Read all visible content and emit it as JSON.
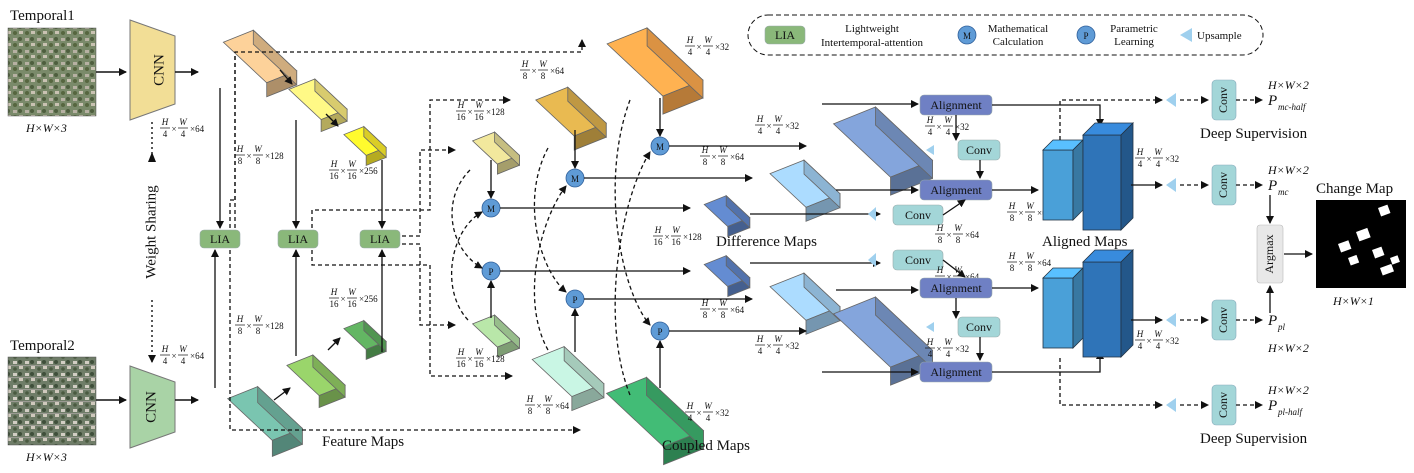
{
  "inputs": {
    "temporal1": {
      "title": "Temporal1",
      "size": "H×W×3"
    },
    "temporal2": {
      "title": "Temporal2",
      "size": "H×W×3"
    }
  },
  "cnn": {
    "label": "CNN",
    "dim_top": "×64",
    "dim_bottom": "×64",
    "weight_sharing": "Weight Sharing"
  },
  "lia_label": "LIA",
  "frac": {
    "H": "H",
    "W": "W",
    "d4": "4",
    "d8": "8",
    "d16": "16",
    "x": "×"
  },
  "dims": {
    "c64": "×64",
    "c128": "×128",
    "c256": "×256",
    "c32": "×32"
  },
  "legend": [
    {
      "key": "LIA",
      "text_line1": "Lightweight",
      "text_line2": "Intertemporal-attention"
    },
    {
      "key": "M",
      "text_line1": "Mathematical",
      "text_line2": "Calculation"
    },
    {
      "key": "P",
      "text_line1": "Parametric",
      "text_line2": "Learning"
    },
    {
      "key": "",
      "text_line1": "Upsample",
      "text_line2": ""
    }
  ],
  "nodes": {
    "M": "M",
    "P": "P"
  },
  "section_labels": {
    "feature_maps": "Feature Maps",
    "coupled_maps": "Coupled Maps",
    "difference_maps": "Difference Maps",
    "aligned_maps": "Aligned Maps",
    "deep_supervision": "Deep Supervision",
    "change_map": "Change Map"
  },
  "alignment_label": "Alignment",
  "conv_label": "Conv",
  "argmax_label": "Argmax",
  "outputs": {
    "p_mc_half": {
      "P": "P",
      "sub": "mc-half",
      "size": "H×W×2"
    },
    "p_mc": {
      "P": "P",
      "sub": "mc",
      "size": "H×W×2"
    },
    "p_pl": {
      "P": "P",
      "sub": "pl",
      "size": "H×W×2"
    },
    "p_pl_half": {
      "P": "P",
      "sub": "pl-half",
      "size": "H×W×2"
    },
    "change_size": "H×W×1"
  },
  "colors": {
    "tan": "#e6bf8c",
    "yellow_light": "#f0e27a",
    "yellow": "#f2e42a",
    "green_dark": "#5aa55a",
    "green_mid": "#8cc261",
    "green_light": "#a8d29a",
    "teal": "#6fb3a0",
    "lia": "#8ab87a",
    "orange": "#f2a24a",
    "olive": "#d4a94a",
    "khaki": "#dcd38f",
    "mint": "#b7e0cf",
    "emerald": "#3cab6b",
    "blue_dark": "#5b7fbf",
    "blue_light": "#9cc8ea",
    "steel": "#7896c8",
    "align": "#6f80c4",
    "conv": "#a3d6d8",
    "circle": "#5f9bd6",
    "cube_dark": "#2f74b8",
    "cube_light": "#4aa0d8"
  }
}
